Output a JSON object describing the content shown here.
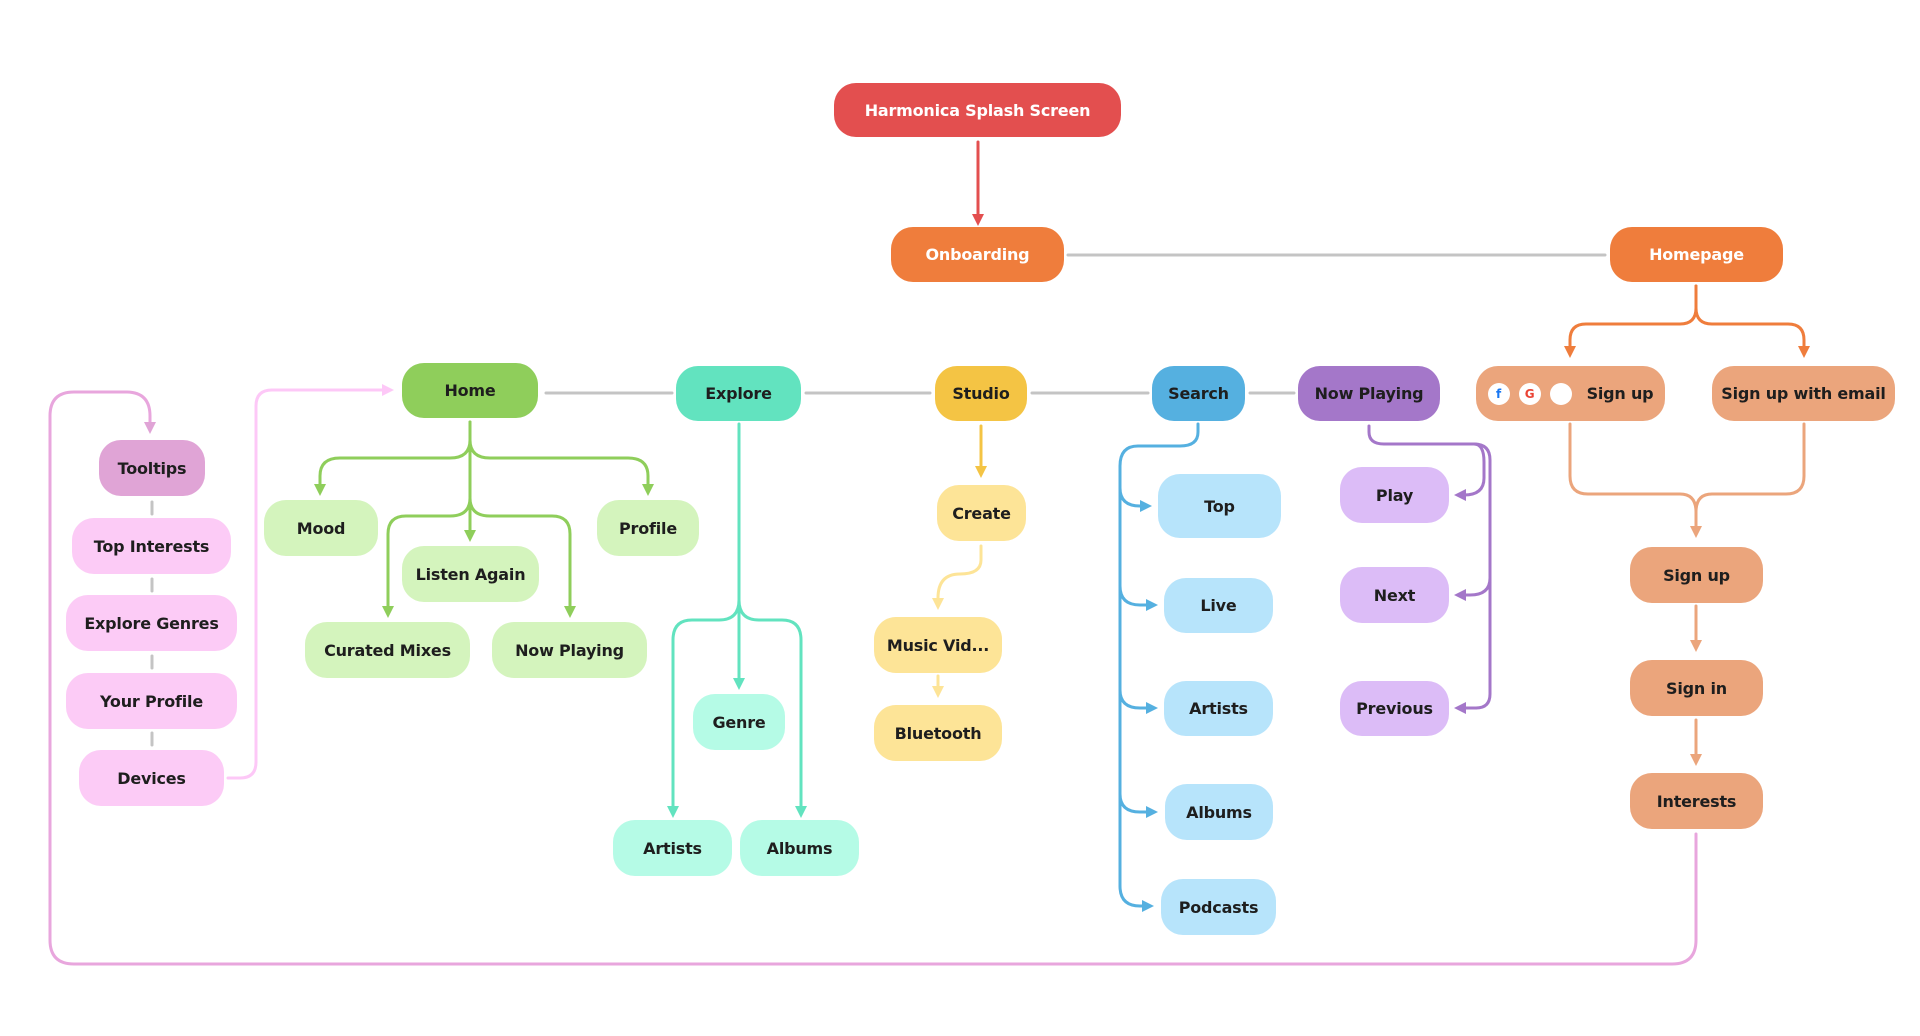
{
  "diagram": {
    "title": "Harmonica App Flow",
    "colors": {
      "splash": "#e34f4f",
      "onboarding": "#ef7d3c",
      "signup": "#eba57c",
      "home": "#8fce5b",
      "home_light": "#d4f4bd",
      "explore": "#62e3bf",
      "explore_light": "#b5fbe6",
      "studio": "#f4c444",
      "studio_light": "#fde497",
      "search": "#55b0e0",
      "search_light": "#b7e4fb",
      "nowplaying": "#a477c9",
      "nowplaying_light": "#dcbcf7",
      "tooltips": "#e0a4d6",
      "tooltips_light": "#fccbf6",
      "connector_gray": "#c4c4c4",
      "loop_pink": "#e8a6dd",
      "loop_pink_light": "#fdc8f7"
    },
    "nodes": {
      "splash": "Harmonica Splash Screen",
      "onboarding": "Onboarding",
      "homepage": "Homepage",
      "signup_social": "Sign up",
      "signup_email": "Sign up with email",
      "signup": "Sign up",
      "signin": "Sign in",
      "interests": "Interests",
      "home": "Home",
      "mood": "Mood",
      "listen_again": "Listen Again",
      "profile": "Profile",
      "curated_mixes": "Curated Mixes",
      "home_now_playing": "Now Playing",
      "explore": "Explore",
      "genre": "Genre",
      "explore_artists": "Artists",
      "explore_albums": "Albums",
      "studio": "Studio",
      "create": "Create",
      "music_video": "Music Vid...",
      "bluetooth": "Bluetooth",
      "search": "Search",
      "search_top": "Top",
      "search_live": "Live",
      "search_artists": "Artists",
      "search_albums": "Albums",
      "search_podcasts": "Podcasts",
      "now_playing": "Now Playing",
      "play": "Play",
      "next": "Next",
      "previous": "Previous",
      "tooltips": "Tooltips",
      "top_interests": "Top Interests",
      "explore_genres": "Explore Genres",
      "your_profile": "Your Profile",
      "devices": "Devices"
    },
    "social_icons": {
      "facebook": "f",
      "google": "G",
      "apple": ""
    }
  }
}
